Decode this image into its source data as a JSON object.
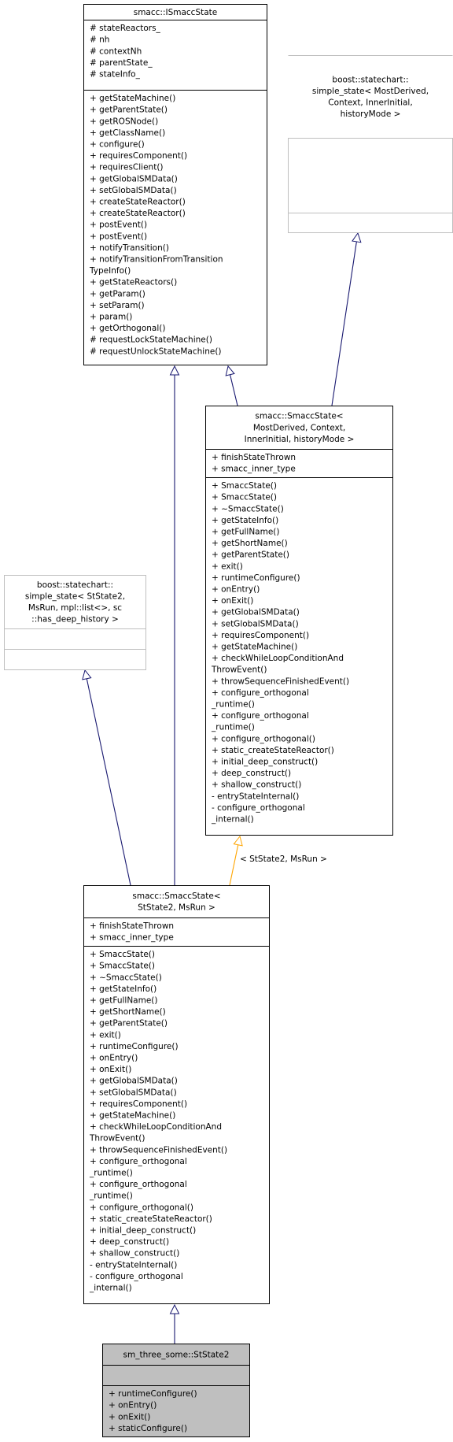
{
  "colors": {
    "box_border": "#000000",
    "box_fill": "#ffffff",
    "grayed_border": "#bfbfbf",
    "highlight_fill": "#bfbfbf",
    "inheritance_edge": "#191970",
    "template_edge": "#ffa500"
  },
  "boxes": {
    "ismacc_state": {
      "title": [
        "smacc::ISmaccState"
      ],
      "attributes": [
        "# stateReactors_",
        "# nh",
        "# contextNh",
        "# parentState_",
        "# stateInfo_"
      ],
      "methods": [
        "+ getStateMachine()",
        "+ getParentState()",
        "+ getROSNode()",
        "+ getClassName()",
        "+ configure()",
        "+ requiresComponent()",
        "+ requiresClient()",
        "+ getGlobalSMData()",
        "+ setGlobalSMData()",
        "+ createStateReactor()",
        "+ createStateReactor()",
        "+ postEvent()",
        "+ postEvent()",
        "+ notifyTransition()",
        "+ notifyTransitionFromTransition",
        "TypeInfo()",
        "+ getStateReactors()",
        "+ getParam()",
        "+ setParam()",
        "+ param()",
        "+ getOrthogonal()",
        "# requestLockStateMachine()",
        "# requestUnlockStateMachine()"
      ]
    },
    "boost_simple_state_generic": {
      "title": [
        "boost::statechart::",
        "simple_state< MostDerived,",
        "Context, InnerInitial,",
        "historyMode >"
      ],
      "attributes": [],
      "methods": []
    },
    "smacc_state_template": {
      "title": [
        "smacc::SmaccState<",
        "MostDerived, Context,",
        "InnerInitial, historyMode >"
      ],
      "attributes": [
        "+ finishStateThrown",
        "+ smacc_inner_type"
      ],
      "methods": [
        "+ SmaccState()",
        "+ SmaccState()",
        "+ ~SmaccState()",
        "+ getStateInfo()",
        "+ getFullName()",
        "+ getShortName()",
        "+ getParentState()",
        "+ exit()",
        "+ runtimeConfigure()",
        "+ onEntry()",
        "+ onExit()",
        "+ getGlobalSMData()",
        "+ setGlobalSMData()",
        "+ requiresComponent()",
        "+ getStateMachine()",
        "+ checkWhileLoopConditionAnd",
        "ThrowEvent()",
        "+ throwSequenceFinishedEvent()",
        "+ configure_orthogonal",
        "_runtime()",
        "+ configure_orthogonal",
        "_runtime()",
        "+ configure_orthogonal()",
        "+ static_createStateReactor()",
        "+ initial_deep_construct()",
        "+ deep_construct()",
        "+ shallow_construct()",
        "- entryStateInternal()",
        "- configure_orthogonal",
        "_internal()"
      ]
    },
    "boost_simple_state_ststate2": {
      "title": [
        "boost::statechart::",
        "simple_state< StState2,",
        "MsRun, mpl::list<>, sc",
        "::has_deep_history >"
      ],
      "attributes": [],
      "methods": []
    },
    "smacc_state_ststate2": {
      "title": [
        "smacc::SmaccState<",
        "StState2, MsRun >"
      ],
      "attributes": [
        "+ finishStateThrown",
        "+ smacc_inner_type"
      ],
      "methods": [
        "+ SmaccState()",
        "+ SmaccState()",
        "+ ~SmaccState()",
        "+ getStateInfo()",
        "+ getFullName()",
        "+ getShortName()",
        "+ getParentState()",
        "+ exit()",
        "+ runtimeConfigure()",
        "+ onEntry()",
        "+ onExit()",
        "+ getGlobalSMData()",
        "+ setGlobalSMData()",
        "+ requiresComponent()",
        "+ getStateMachine()",
        "+ checkWhileLoopConditionAnd",
        "ThrowEvent()",
        "+ throwSequenceFinishedEvent()",
        "+ configure_orthogonal",
        "_runtime()",
        "+ configure_orthogonal",
        "_runtime()",
        "+ configure_orthogonal()",
        "+ static_createStateReactor()",
        "+ initial_deep_construct()",
        "+ deep_construct()",
        "+ shallow_construct()",
        "- entryStateInternal()",
        "- configure_orthogonal",
        "_internal()"
      ]
    },
    "ststate2": {
      "title": [
        "sm_three_some::StState2"
      ],
      "attributes": [],
      "methods": [
        "+ runtimeConfigure()",
        "+ onEntry()",
        "+ onExit()",
        "+ staticConfigure()"
      ]
    }
  },
  "edge_labels": {
    "template_binding": "< StState2, MsRun >"
  }
}
